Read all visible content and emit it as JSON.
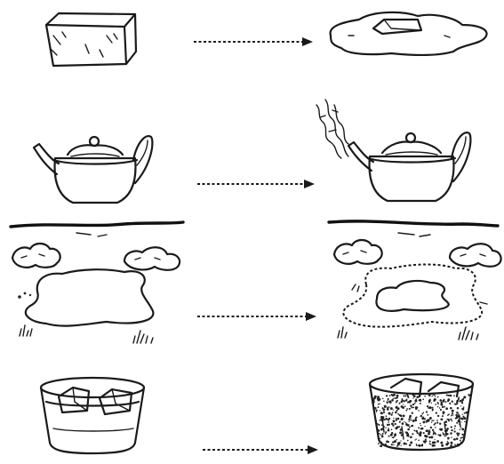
{
  "figure": {
    "rows": [
      {
        "id": "ice-block",
        "before": "ice-cube",
        "after": "melted-puddle"
      },
      {
        "id": "kettle",
        "before": "teapot",
        "after": "steaming-teapot"
      },
      {
        "id": "puddle",
        "before": "water-puddle",
        "after": "evaporating-puddle"
      },
      {
        "id": "glass",
        "before": "glass-with-ice",
        "after": "frosted-glass"
      }
    ],
    "arrow_style": "dashed",
    "colors": {
      "ink": "#1a1a1a",
      "background": "#ffffff"
    }
  }
}
